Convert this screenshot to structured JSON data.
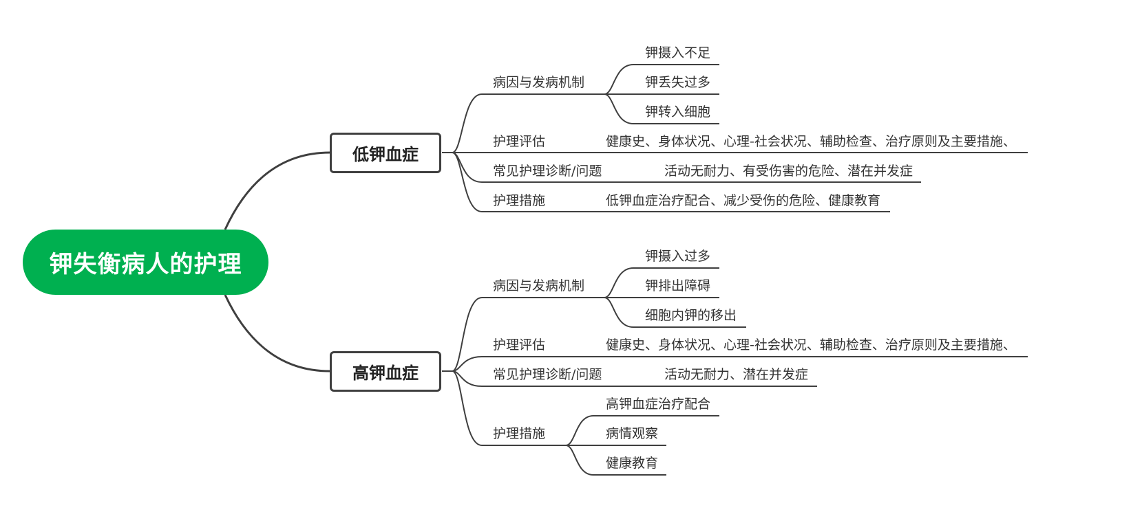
{
  "root": {
    "title": "钾失衡病人的护理"
  },
  "colors": {
    "root_fill": "#00b050",
    "line": "#3f3f3f",
    "text": "#333333"
  },
  "branches": [
    {
      "title": "低钾血症",
      "items": [
        {
          "label": "病因与发病机制",
          "children": [
            "钾摄入不足",
            "钾丢失过多",
            "钾转入细胞"
          ]
        },
        {
          "label": "护理评估",
          "detail": "健康史、身体状况、心理-社会状况、辅助检查、治疗原则及主要措施、"
        },
        {
          "label": "常见护理诊断/问题",
          "detail": "活动无耐力、有受伤害的危险、潜在并发症"
        },
        {
          "label": "护理措施",
          "detail": "低钾血症治疗配合、减少受伤的危险、健康教育"
        }
      ]
    },
    {
      "title": "高钾血症",
      "items": [
        {
          "label": "病因与发病机制",
          "children": [
            "钾摄入过多",
            "钾排出障碍",
            "细胞内钾的移出"
          ]
        },
        {
          "label": "护理评估",
          "detail": "健康史、身体状况、心理-社会状况、辅助检查、治疗原则及主要措施、"
        },
        {
          "label": "常见护理诊断/问题",
          "detail": "活动无耐力、潜在并发症"
        },
        {
          "label": "护理措施",
          "children": [
            "高钾血症治疗配合",
            "病情观察",
            "健康教育"
          ]
        }
      ]
    }
  ]
}
